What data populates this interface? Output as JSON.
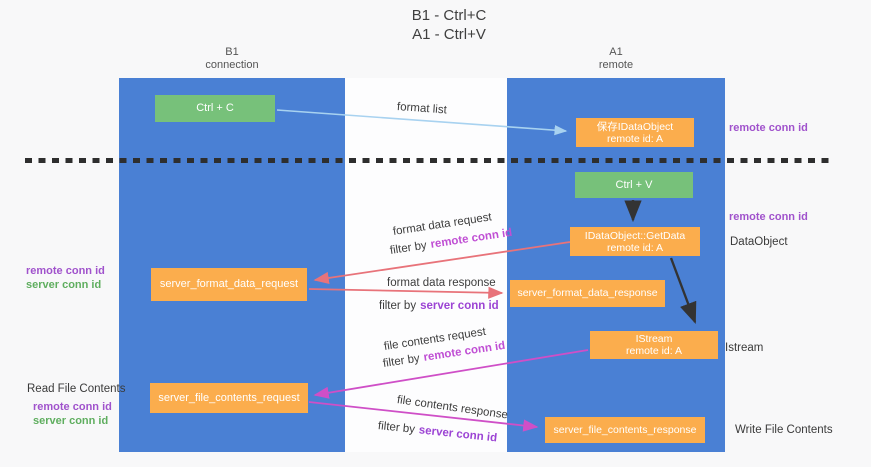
{
  "title": {
    "line1": "B1 - Ctrl+C",
    "line2": "A1 - Ctrl+V"
  },
  "lanes": {
    "left": {
      "name": "B1",
      "subtitle": "connection"
    },
    "right": {
      "name": "A1",
      "subtitle": "remote"
    }
  },
  "boxes": {
    "ctrl_c": {
      "label": "Ctrl + C"
    },
    "ctrl_v": {
      "label": "Ctrl + V"
    },
    "save_idataobject": {
      "line1": "保存IDataObject",
      "line2": "remote id: A"
    },
    "idataobject_getdata": {
      "line1": "IDataObject::GetData",
      "line2": "remote id: A"
    },
    "istream": {
      "line1": "IStream",
      "line2": "remote id: A"
    },
    "server_format_data_request": {
      "label": "server_format_data_request"
    },
    "server_format_data_response": {
      "label": "server_format_data_response"
    },
    "server_file_contents_request": {
      "label": "server_file_contents_request"
    },
    "server_file_contents_response": {
      "label": "server_file_contents_response"
    }
  },
  "arrows": {
    "format_list": {
      "label": "format list"
    },
    "format_data_request": {
      "label": "format data request",
      "filter_prefix": "filter by",
      "filter_key": "remote conn id"
    },
    "format_data_response": {
      "label": "format data response",
      "filter_prefix": "filter by",
      "filter_key": "server conn id"
    },
    "file_contents_request": {
      "label": "file contents request",
      "filter_prefix": "filter by",
      "filter_key": "remote conn id"
    },
    "file_contents_response": {
      "label": "file contents response",
      "filter_prefix": "filter by",
      "filter_key": "server conn id"
    }
  },
  "annotations": {
    "right_remote_conn_id_top": "remote conn id",
    "right_remote_conn_id_mid": "remote conn id",
    "dataobject": "DataObject",
    "istream": "Istream",
    "write_file_contents": "Write File Contents",
    "left_remote_conn_id_top": "remote conn id",
    "left_server_conn_id_top": "server conn id",
    "read_file_contents": "Read File Contents",
    "left_remote_conn_id_bottom": "remote conn id",
    "left_server_conn_id_bottom": "server conn id"
  },
  "colors": {
    "lane_blue": "#4a80d4",
    "box_green": "#77c17a",
    "box_orange": "#fbad4d",
    "arrow_salmon": "#e8737a",
    "arrow_magenta": "#cf4fc7",
    "arrow_lightblue": "#a8d2f0",
    "arrow_black": "#333333",
    "label_purple": "#a052cc",
    "label_green": "#5fae5f",
    "filter_remote": "#c04fd4",
    "filter_server": "#9c44d4",
    "ink": "#3d3d3d"
  }
}
